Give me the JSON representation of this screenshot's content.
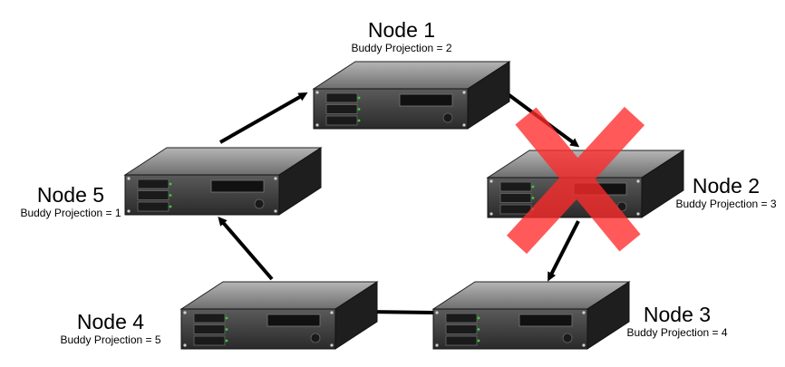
{
  "nodes": [
    {
      "name": "Node 1",
      "projection": "Buddy Projection = 2",
      "failed": false
    },
    {
      "name": "Node 2",
      "projection": "Buddy Projection = 3",
      "failed": true
    },
    {
      "name": "Node 3",
      "projection": "Buddy Projection = 4",
      "failed": false
    },
    {
      "name": "Node 4",
      "projection": "Buddy Projection = 5",
      "failed": false
    },
    {
      "name": "Node 5",
      "projection": "Buddy Projection = 1",
      "failed": false
    }
  ],
  "colors": {
    "server_top": "#8a8a8a",
    "server_front": "#3a3a3a",
    "server_side": "#1e1e1e",
    "led": "#3ccb3c",
    "arrow": "#000000",
    "failure_mark": "#ff2b2b"
  },
  "icons": {
    "server": "rack-server-icon",
    "failure": "red-x-icon",
    "arrow": "arrow-icon"
  }
}
